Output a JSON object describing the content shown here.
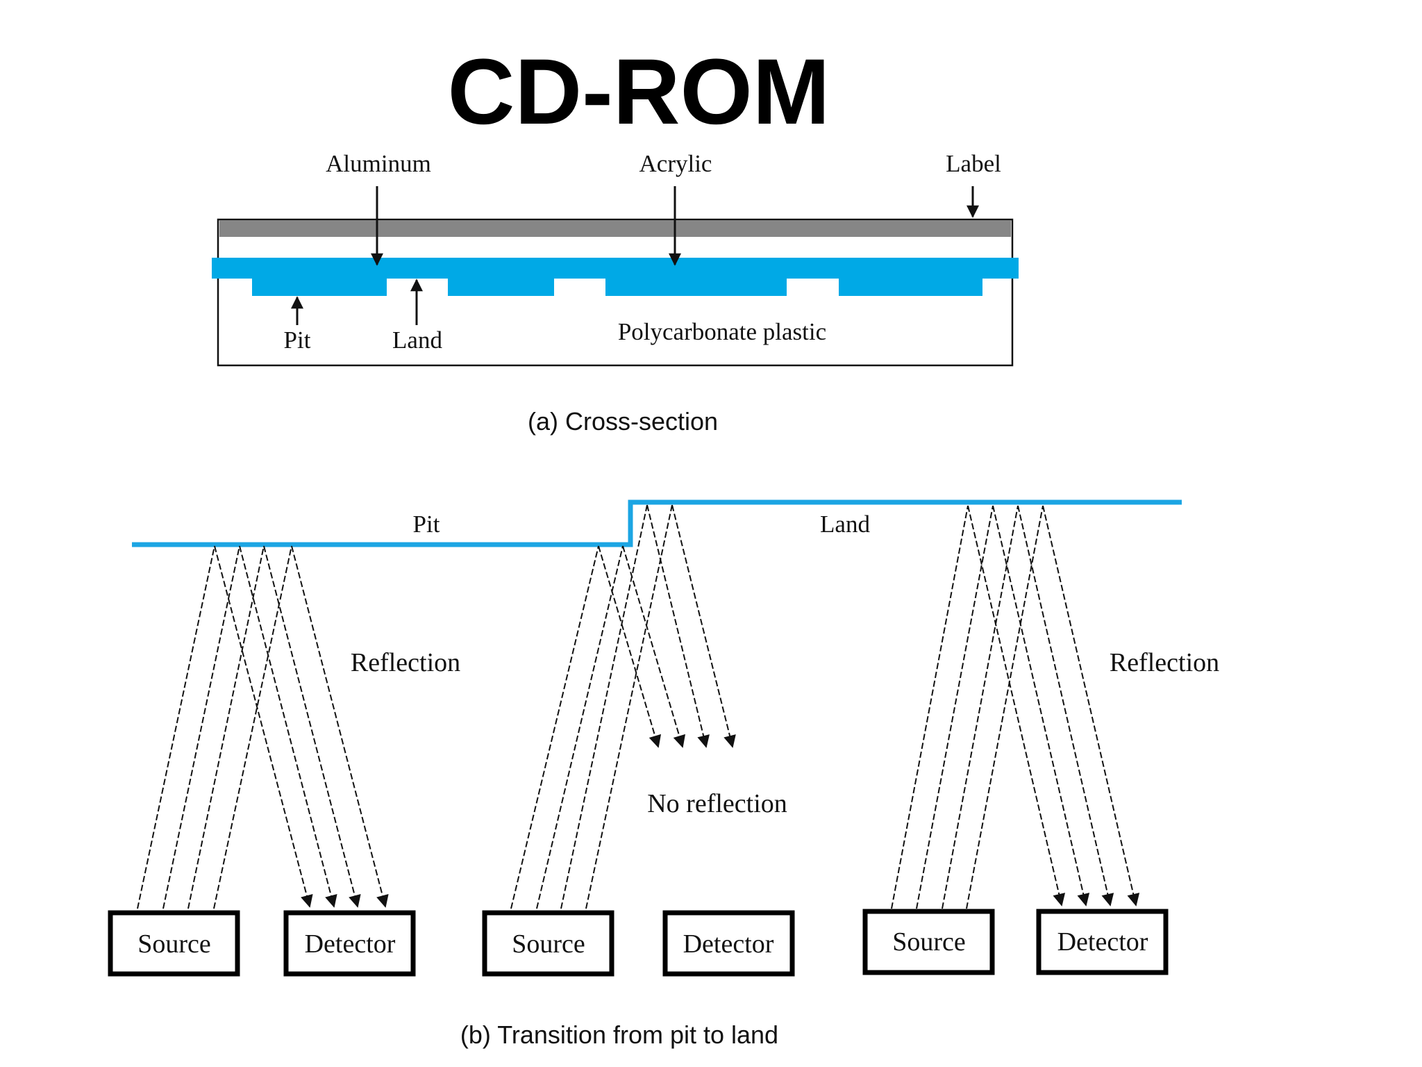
{
  "title": "CD-ROM",
  "cross_section": {
    "labels": {
      "aluminum": "Aluminum",
      "acrylic": "Acrylic",
      "label": "Label",
      "pit": "Pit",
      "land": "Land",
      "polycarbonate": "Polycarbonate plastic"
    },
    "caption": "(a) Cross-section"
  },
  "transition": {
    "surface_labels": {
      "pit": "Pit",
      "land": "Land"
    },
    "notes": {
      "reflection_left": "Reflection",
      "no_reflection": "No reflection",
      "reflection_right": "Reflection"
    },
    "boxes": {
      "source_1": "Source",
      "detector_1": "Detector",
      "source_2": "Source",
      "detector_2": "Detector",
      "source_3": "Source",
      "detector_3": "Detector"
    },
    "caption": "(b) Transition from pit to land"
  },
  "colors": {
    "aluminum": "#00a9e6",
    "label_layer": "#868686",
    "surface": "#1ca5e3",
    "ink": "#111111"
  }
}
